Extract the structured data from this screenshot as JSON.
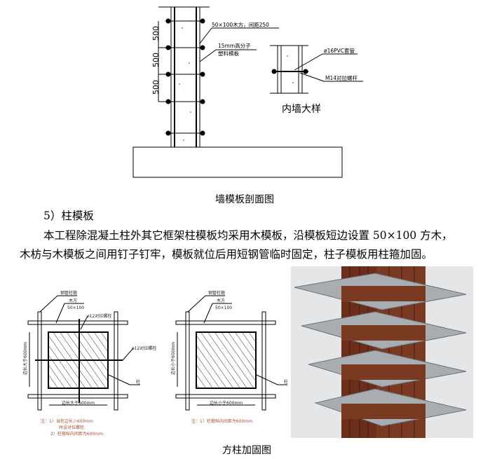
{
  "wall_figure": {
    "dims": [
      "500",
      "500",
      "500"
    ],
    "label_timber": "50×100木方，间距250",
    "label_board_1": "15mm高分子",
    "label_board_2": "塑料模板",
    "label_pvc": "ø16PVC套管",
    "label_bolt": "M14对拉螺杆",
    "detail_title": "内墙大样",
    "caption": "墙模板剖面图"
  },
  "section": {
    "heading": "5）柱模板",
    "para_line1": "本工程除混凝土柱外其它框架柱模板均采用木模板，沿模板短边设置 50×100 方木，",
    "para_line2": "木枋与木模板之间用钉子钉牢，模板就位后用短钢管临时固定，柱子模板用柱箍加固。"
  },
  "column_figure": {
    "left": {
      "steel_hoop": "钢管柱箍",
      "timber": "木方",
      "timber_size": "50×100",
      "bolt_top": "ø12对拉螺栓",
      "bolt_right": "ø12对拉螺栓",
      "column": "柱",
      "side_dim": "边长大于600mm",
      "bottom_dim": "边长大于600mm",
      "note1": "注：1）当柱边长＞600mm",
      "note1b": "时设对拉螺栓.",
      "note2": "2）柱箍纵向间距为600mm."
    },
    "right": {
      "steel_hoop": "钢管柱箍",
      "timber": "木方",
      "timber_size": "50×100",
      "column": "柱",
      "side_dim": "边长小于600mm",
      "bottom_dim": "边长小于600mm",
      "note1": "注：1）柱箍纵向间距为600mm."
    },
    "caption": "方柱加固图"
  },
  "colors": {
    "photo_bg": "#e4e6e8",
    "wood": "#6b2e1a",
    "steel": "#9a9fa4"
  }
}
